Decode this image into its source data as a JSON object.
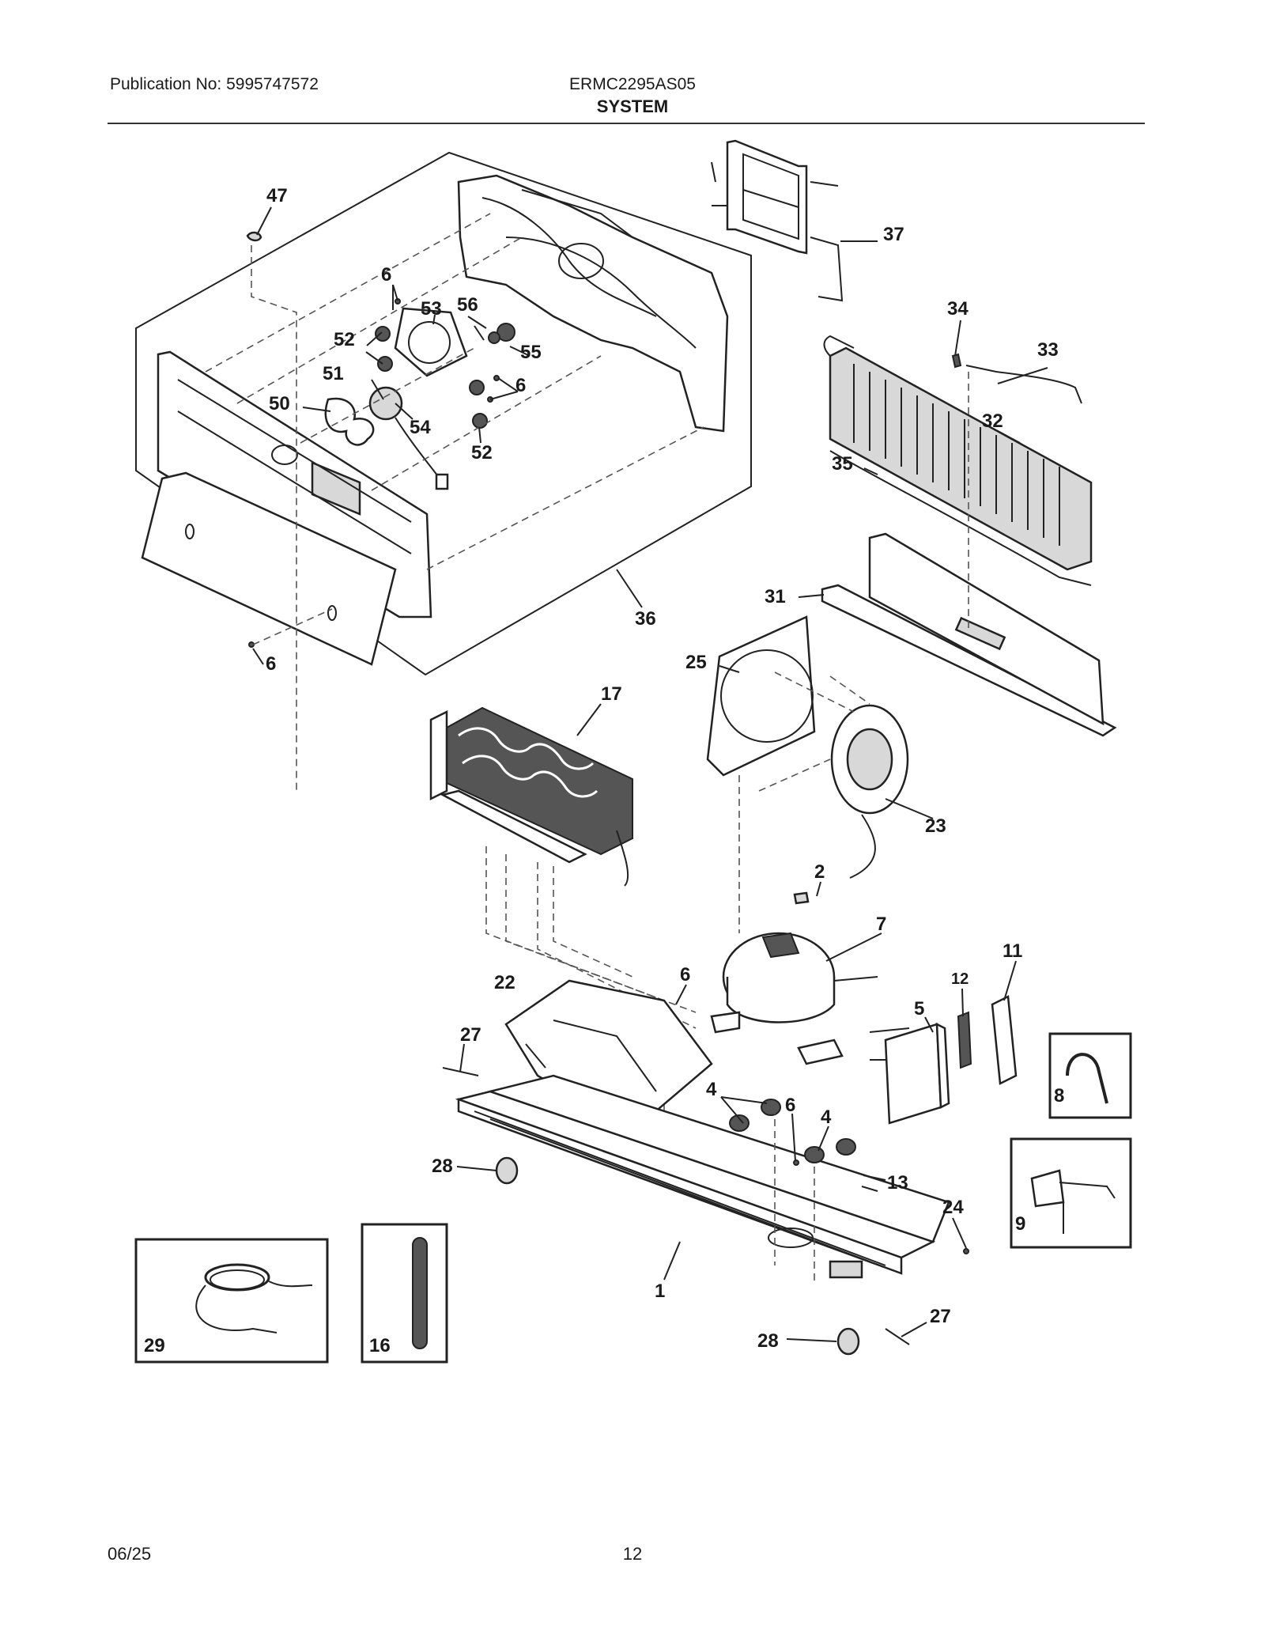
{
  "header": {
    "publication": "Publication No: 5995747572",
    "model": "ERMC2295AS05",
    "section": "SYSTEM"
  },
  "footer": {
    "date": "06/25",
    "page": "12"
  },
  "callouts": {
    "c47": "47",
    "c6a": "6",
    "c53": "53",
    "c56": "56",
    "c52a": "52",
    "c55": "55",
    "c51": "51",
    "c6b": "6",
    "c50": "50",
    "c54": "54",
    "c52b": "52",
    "c36": "36",
    "c6c": "6",
    "c37": "37",
    "c34": "34",
    "c33": "33",
    "c32": "32",
    "c35": "35",
    "c31": "31",
    "c25": "25",
    "c17": "17",
    "c23": "23",
    "c2": "2",
    "c7": "7",
    "c11": "11",
    "c12": "12",
    "c5": "5",
    "c22": "22",
    "c6d": "6",
    "c27a": "27",
    "c8": "8",
    "c4a": "4",
    "c6e": "6",
    "c4b": "4",
    "c9": "9",
    "c28a": "28",
    "c13": "13",
    "c24": "24",
    "c1": "1",
    "c27b": "27",
    "c28b": "28",
    "c29": "29",
    "c16": "16"
  }
}
